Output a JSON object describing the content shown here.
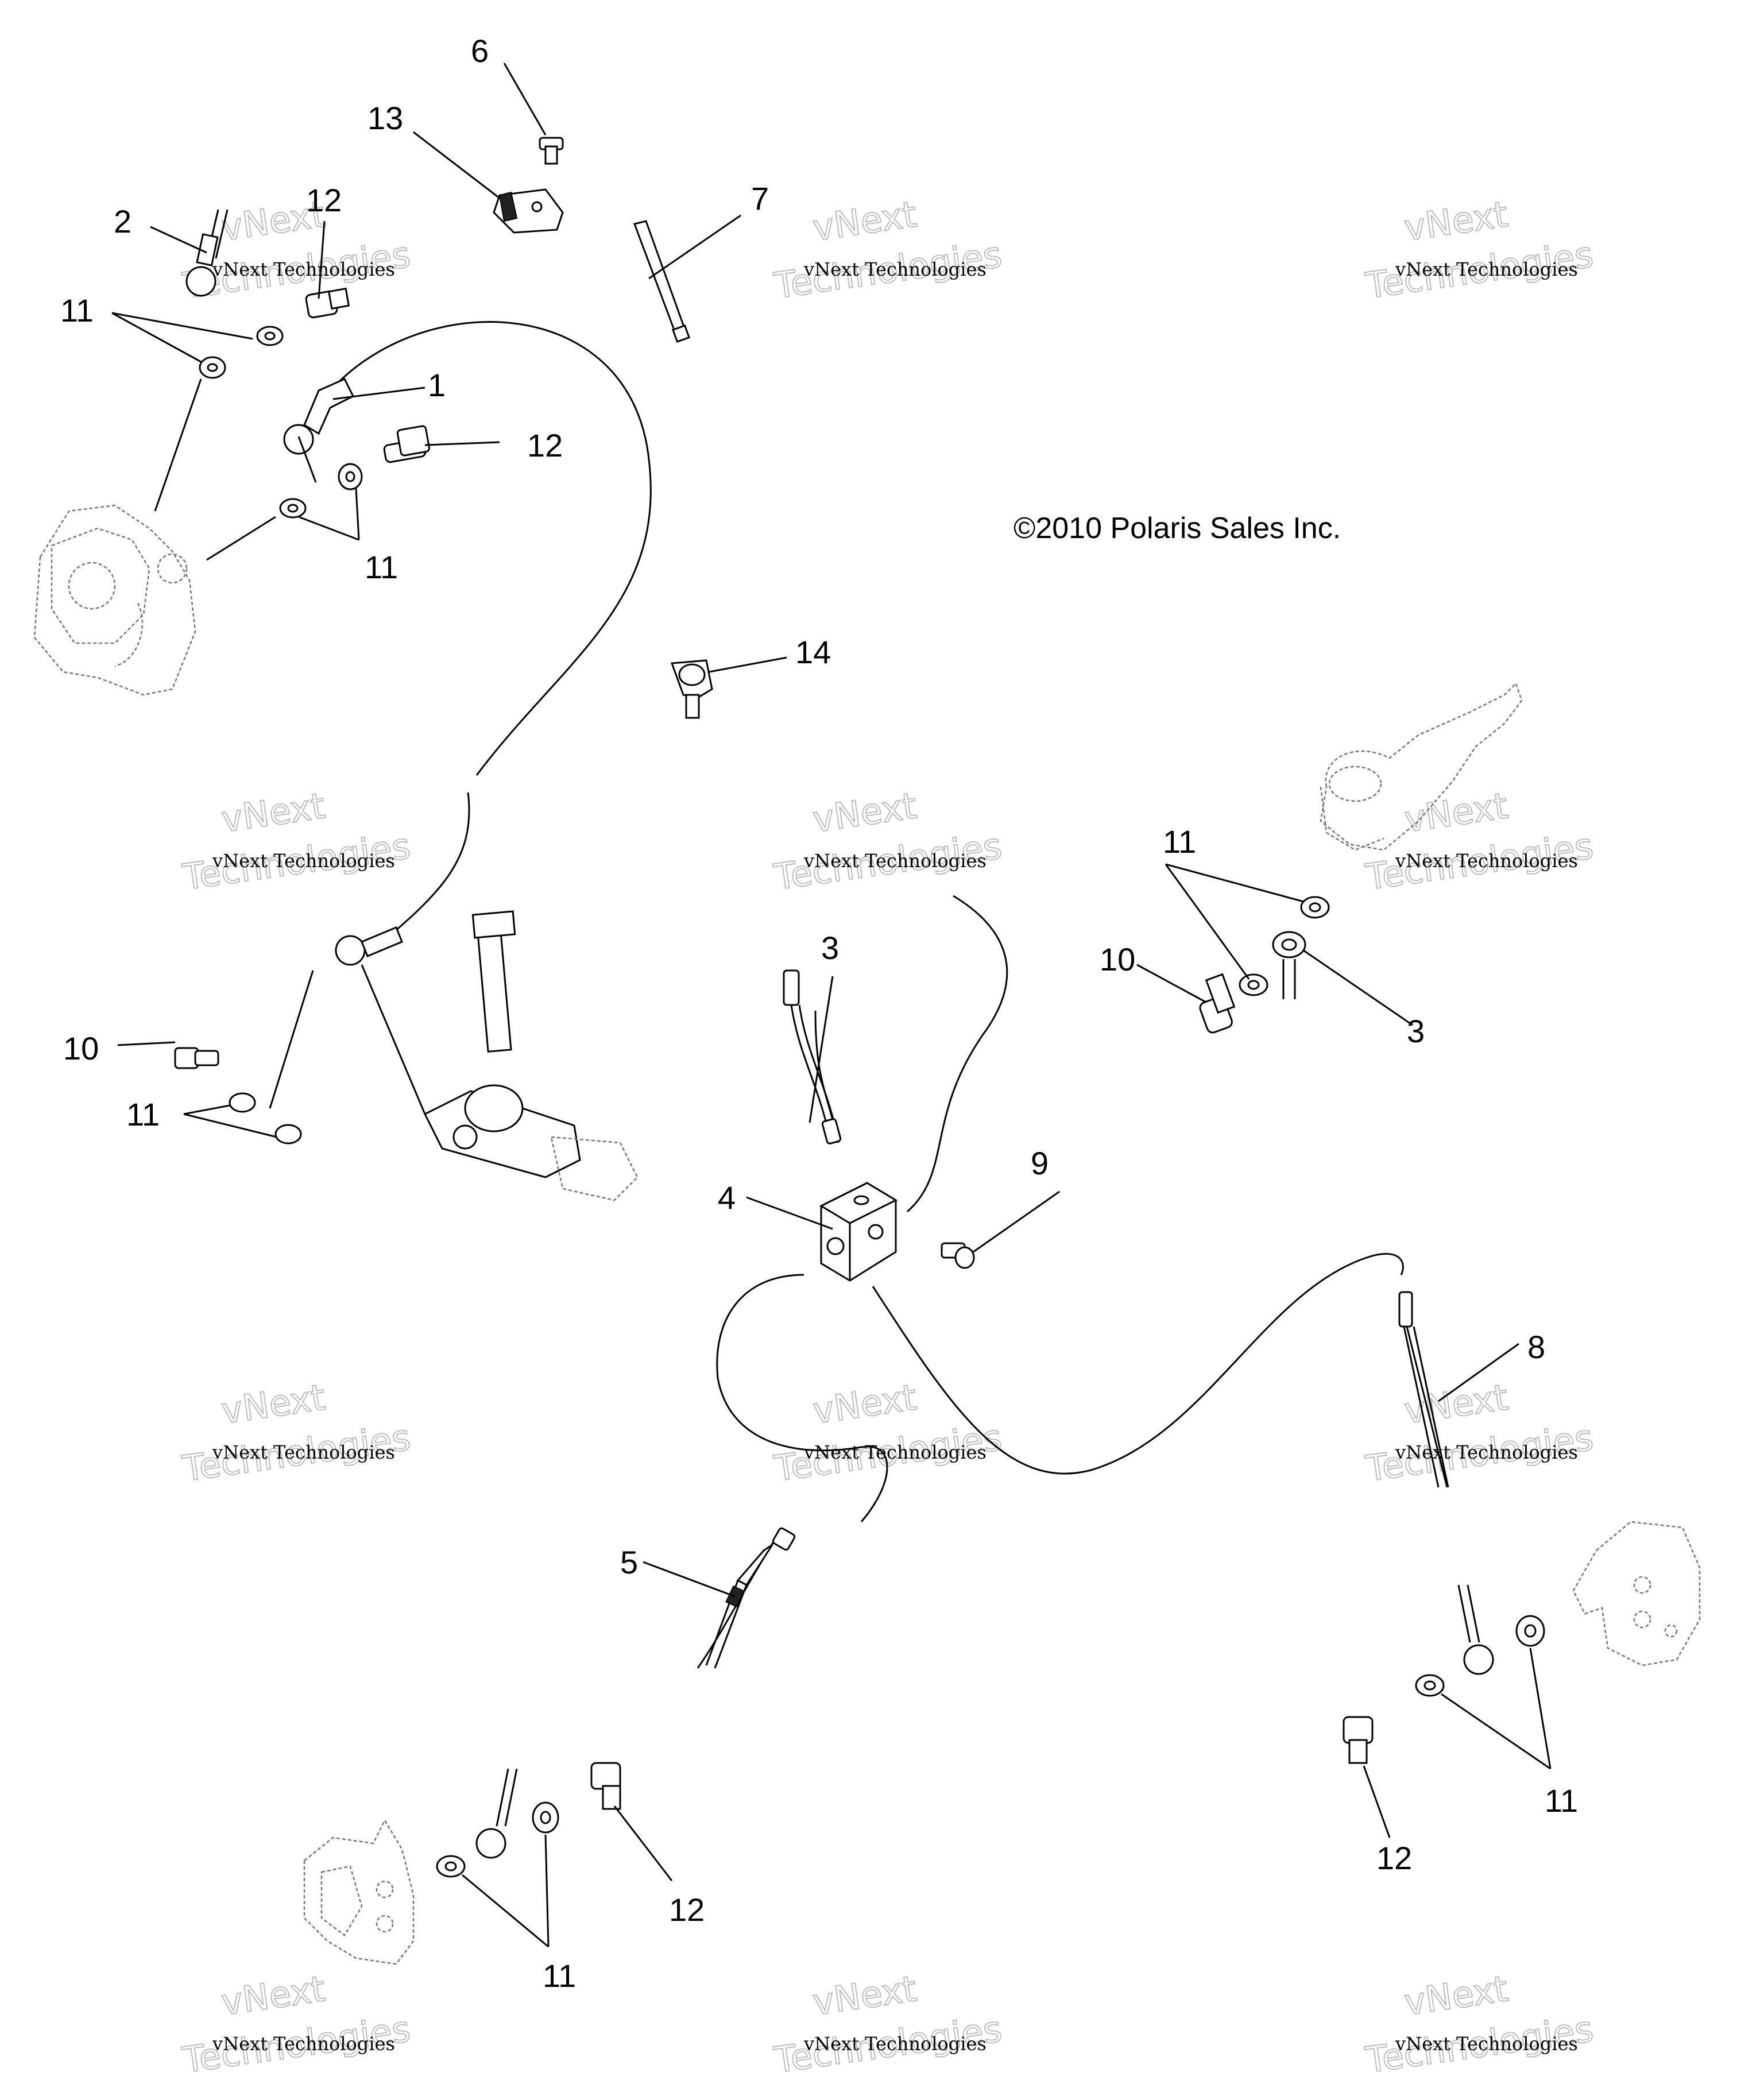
{
  "copyright": "©2010 Polaris Sales Inc.",
  "watermark": {
    "line1": "vNext Technologies",
    "line2": "vNext",
    "line3": "Technologies"
  },
  "callouts": {
    "c1": "1",
    "c2": "2",
    "c3a": "3",
    "c3b": "3",
    "c4": "4",
    "c5": "5",
    "c6": "6",
    "c7": "7",
    "c8": "8",
    "c9": "9",
    "c10a": "10",
    "c10b": "10",
    "c11a": "11",
    "c11b": "11",
    "c11c": "11",
    "c11d": "11",
    "c11e": "11",
    "c11f": "11",
    "c12a": "12",
    "c12b": "12",
    "c12c": "12",
    "c12d": "12",
    "c13": "13",
    "c14": "14"
  },
  "colors": {
    "line": "#000000",
    "watermark_outline": "#bdbdbd",
    "background": "#ffffff"
  }
}
